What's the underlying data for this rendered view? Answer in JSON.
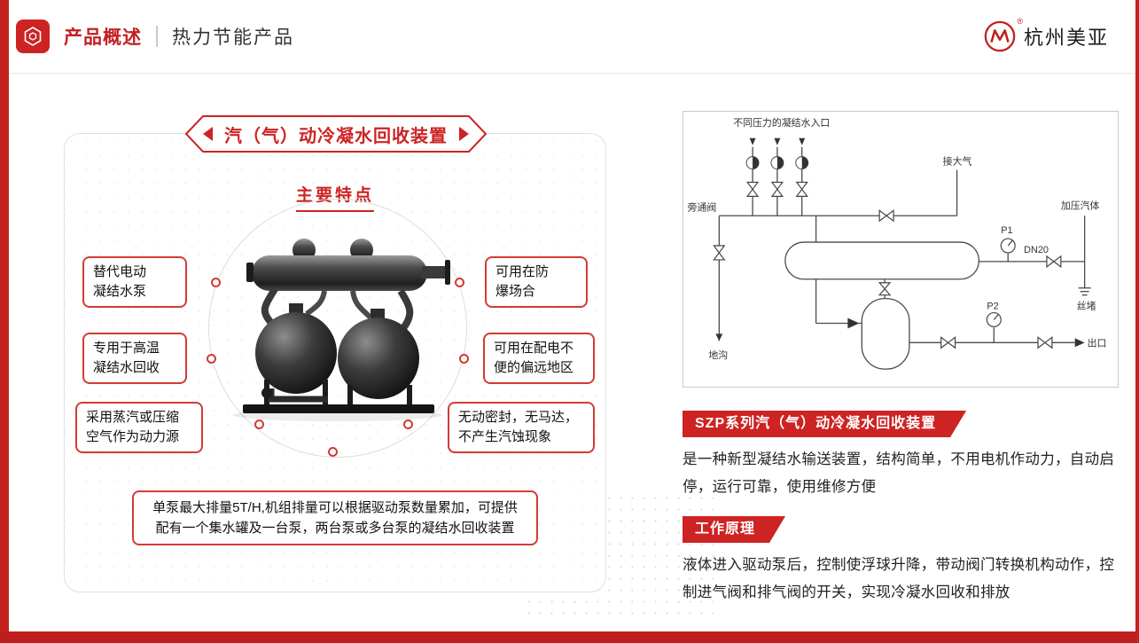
{
  "colors": {
    "accent": "#c4211f",
    "box_border": "#d23b35",
    "banner_red": "#ce2323"
  },
  "header": {
    "title": "产品概述",
    "subtitle": "热力节能产品",
    "brand": "杭州美亚",
    "reg_mark": "®"
  },
  "left_panel": {
    "banner_title": "汽（气）动冷凝水回收装置",
    "features_heading": "主要特点",
    "features": [
      {
        "line1": "替代电动",
        "line2": "凝结水泵"
      },
      {
        "line1": "专用于高温",
        "line2": "凝结水回收"
      },
      {
        "line1": "采用蒸汽或压缩",
        "line2": "空气作为动力源"
      },
      {
        "line1": "可用在防",
        "line2": "爆场合"
      },
      {
        "line1": "可用在配电不",
        "line2": "便的偏远地区"
      },
      {
        "line1": "无动密封，无马达，",
        "line2": "不产生汽蚀现象"
      }
    ],
    "note": {
      "line1": "单泵最大排量5T/H,机组排量可以根据驱动泵数量累加，可提供",
      "line2": "配有一个集水罐及一台泵，两台泵或多台泵的凝结水回收装置"
    }
  },
  "right_panel": {
    "diagram_labels": {
      "inlet": "不同压力的凝结水入口",
      "atmosphere": "接大气",
      "bypass": "旁通阀",
      "ditch": "地沟",
      "p1": "P1",
      "dn20": "DN20",
      "pressurized": "加压汽体",
      "plug": "丝堵",
      "p2": "P2",
      "outlet": "出口"
    },
    "sections": [
      {
        "title": "SZP系列汽（气）动冷凝水回收装置",
        "body": "是一种新型凝结水输送装置，结构简单，不用电机作动力，自动启停，运行可靠，使用维修方便"
      },
      {
        "title": "工作原理",
        "body": "液体进入驱动泵后，控制使浮球升降，带动阀门转换机构动作，控制进气阀和排气阀的开关，实现冷凝水回收和排放"
      }
    ]
  }
}
